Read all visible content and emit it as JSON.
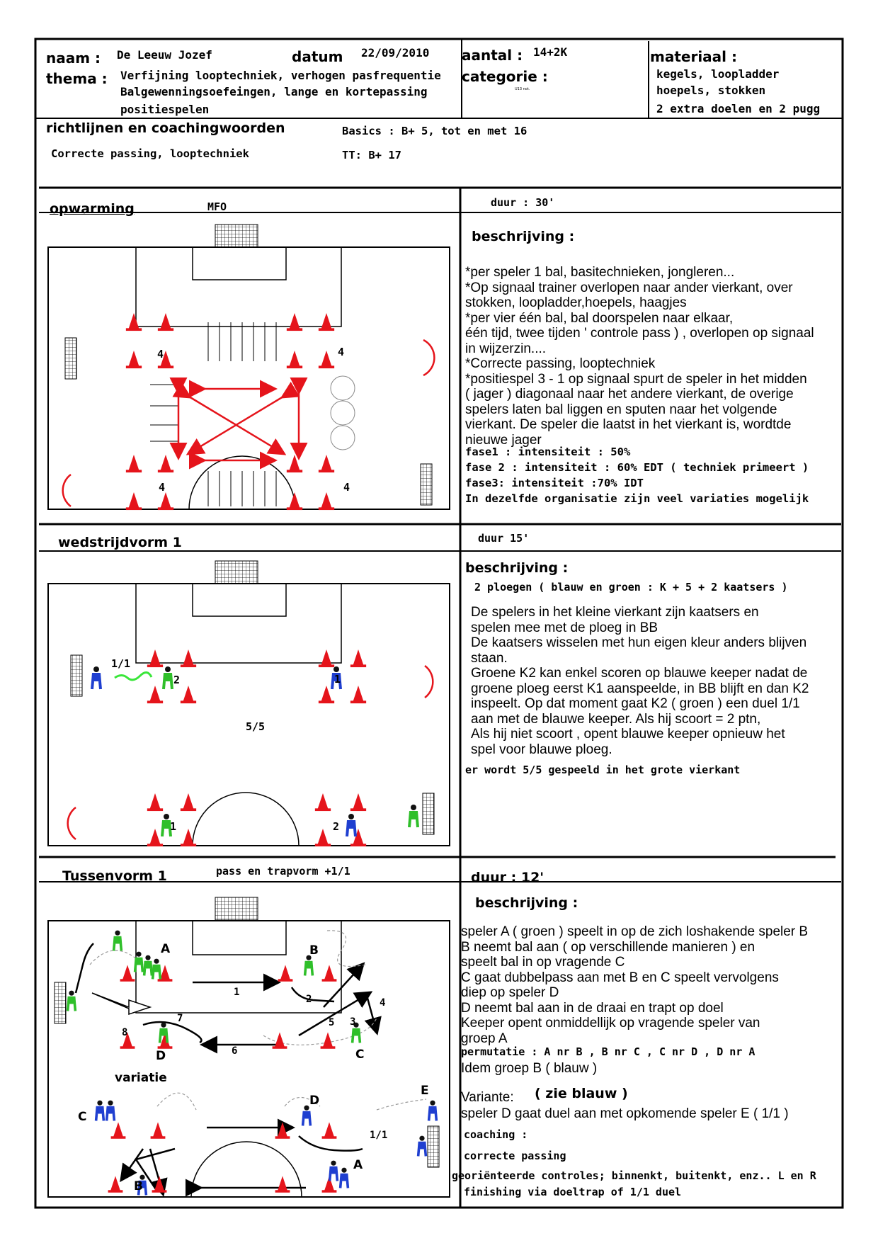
{
  "header": {
    "naam_label": "naam :",
    "naam": "De Leeuw Jozef",
    "datum_label": "datum",
    "datum": "22/09/2010",
    "aantal_label": "aantal :",
    "aantal": "14+2K",
    "categorie_label": "categorie :",
    "categorie_small": "U13 not.",
    "materiaal_label": "materiaal :",
    "materiaal_lines": [
      "kegels, loopladder",
      "hoepels, stokken",
      "2 extra doelen en 2 pugg"
    ],
    "thema_label": "thema :",
    "thema_lines": [
      "Verfijning looptechniek, verhogen pasfrequentie",
      "Balgewenningsoefeingen, lange en kortepassing",
      "positiespelen"
    ]
  },
  "richtlijnen": {
    "title": "richtlijnen en coachingwoorden",
    "text": "Correcte passing, looptechniek",
    "basics": "Basics : B+ 5, tot en met 16",
    "tt": "TT: B+ 17"
  },
  "opwarming": {
    "title": "opwarming",
    "sub": "MFO",
    "duur": "duur : 30'",
    "beschrijving_title": "beschrijving :",
    "desc_lines": [
      "*per speler 1 bal, basitechnieken, jongleren...",
      "*Op signaal trainer overlopen naar ander vierkant, over",
      "stokken, loopladder,hoepels, haagjes",
      "*per vier één bal, bal doorspelen naar elkaar,",
      "één tijd, twee tijden ' controle pass ) , overlopen op signaal",
      "in wijzerzin....",
      "*Correcte passing, looptechniek",
      "*positiespel 3 - 1 op signaal spurt de speler in het midden",
      "( jager ) diagonaal naar het andere vierkant, de overige",
      "spelers laten bal liggen en sputen naar het volgende",
      "vierkant. De speler die laatst in het vierkant is, wordtde",
      "nieuwe jager"
    ],
    "fase_lines": [
      "fase1 : intensiteit : 50%",
      " fase 2 : intensiteit : 60% EDT ( techniek primeert )",
      "fase3: intensiteit :70% IDT",
      " In dezelfde organisatie zijn veel variaties mogelijk"
    ],
    "field_labels": [
      "4",
      "4",
      "4",
      "4"
    ]
  },
  "wedstrijdvorm": {
    "title": "wedstrijdvorm 1",
    "duur": "duur 15'",
    "beschrijving_title": "beschrijving :",
    "ploegen": "2 ploegen ( blauw en groen : K + 5 + 2 kaatsers )",
    "desc_lines": [
      "De spelers in het  kleine vierkant zijn kaatsers en",
      "spelen mee met de ploeg in BB",
      "De kaatsers wisselen met hun eigen kleur anders blijven",
      "staan.",
      "Groene K2 kan enkel scoren op blauwe keeper nadat de",
      "groene ploeg eerst K1 aanspeelde, in BB blijft en dan K2",
      "inspeelt. Op dat moment gaat K2 ( groen ) een duel 1/1",
      "aan met de blauwe keeper. Als hij scoort = 2 ptn,",
      "Als hij niet scoort , opent blauwe keeper opnieuw het",
      "spel voor blauwe ploeg."
    ],
    "footer": "er wordt 5/5 gespeeld in het grote vierkant",
    "field_labels": {
      "duel": "1/1",
      "g2": "2",
      "b1": "1",
      "mid": "5/5",
      "g1": "1",
      "b2": "2"
    }
  },
  "tussenvorm": {
    "title": "Tussenvorm 1",
    "sub": "pass en trapvorm +1/1",
    "duur": "duur : 12'",
    "beschrijving_title": "beschrijving :",
    "desc_lines": [
      "speler A  ( groen ) speelt in op de zich loshakende speler B",
      "B neemt bal aan ( op verschillende manieren ) en",
      "speelt bal in op vragende C",
      "C gaat dubbelpass aan met B en C speelt vervolgens",
      "diep op speler D",
      "D neemt bal aan in de draai en trapt op doel",
      "Keeper opent onmiddellijk op vragende speler van",
      "groep A"
    ],
    "permutatie": " permutatie : A nr B , B nr C , C nr D , D nr A",
    "idem": "Idem groep B ( blauw )",
    "variante_label": "Variante:",
    "variante_title": "( zie blauw )",
    "variante_text": "speler D gaat duel aan met opkomende speler E ( 1/1 )",
    "coaching_title": " coaching :",
    "coaching_lines": [
      " correcte passing",
      "georiënteerde controles; binnenkt, buitenkt, enz.. L en R",
      " finishing via doeltrap of 1/1 duel"
    ],
    "field_labels": {
      "A": "A",
      "B": "B",
      "C": "C",
      "D": "D",
      "n1": "1",
      "n2": "2",
      "n3": "3",
      "n4": "4",
      "n5": "5",
      "n6": "6",
      "n7": "7",
      "n8": "8",
      "variatie": "variatie",
      "vC": "C",
      "vD": "D",
      "vE": "E",
      "vA": "A",
      "vB": "B",
      "v11": "1/1"
    }
  },
  "colors": {
    "cone": "#e5141b",
    "arrow": "#e5141b",
    "green_player": "#2fbf2a",
    "blue_player": "#1f3fd0",
    "dribble_green": "#39e639"
  }
}
